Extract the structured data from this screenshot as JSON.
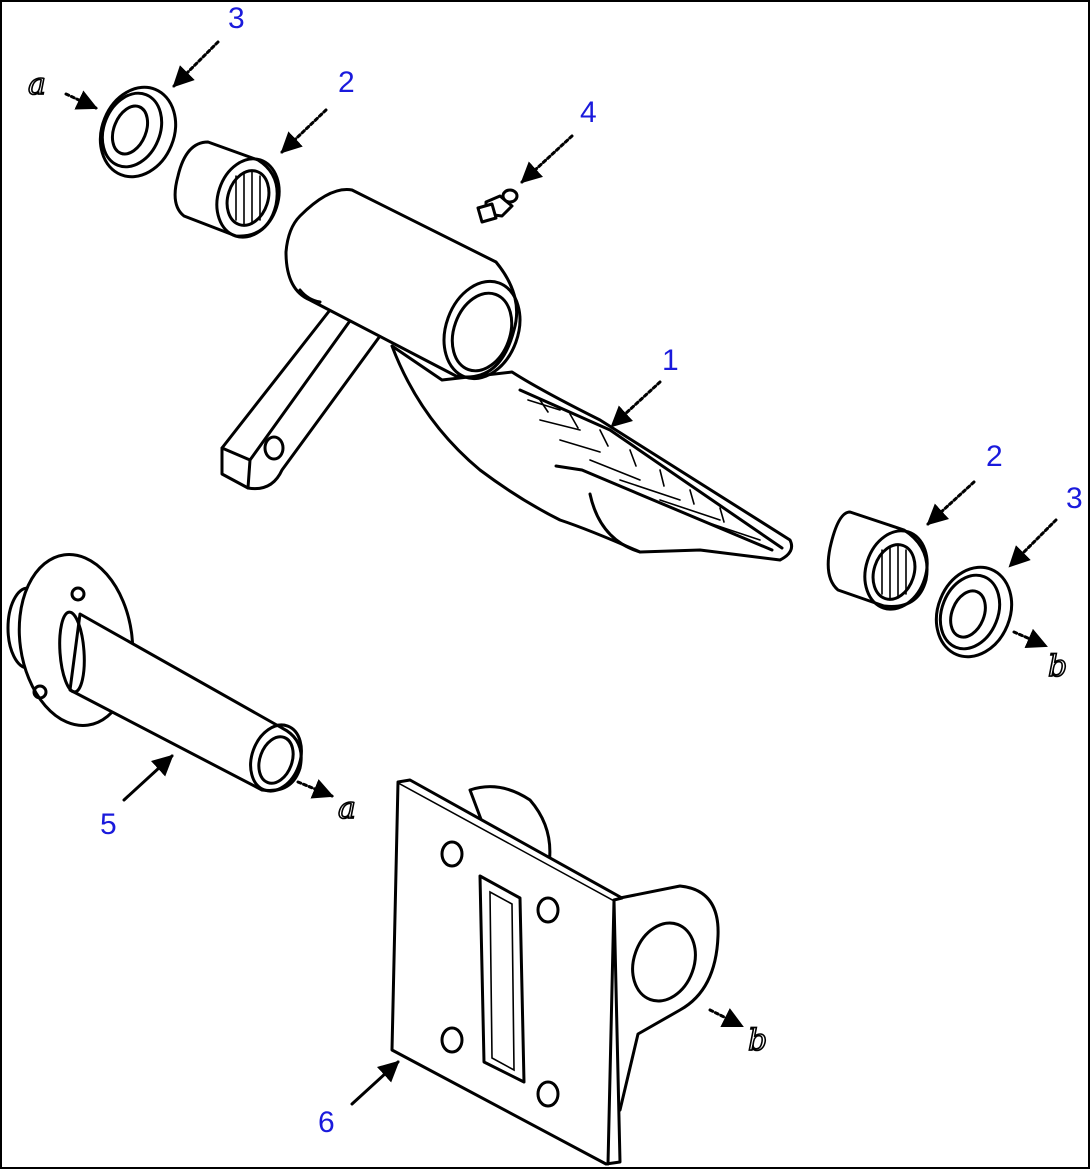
{
  "callouts": {
    "n1": "1",
    "n2_top": "2",
    "n2_right": "2",
    "n3_top": "3",
    "n3_right": "3",
    "n4": "4",
    "n5": "5",
    "n6": "6"
  },
  "refs": {
    "a_top": "a",
    "a_bottom": "a",
    "b_right": "b",
    "b_bottom": "b"
  },
  "colors": {
    "callout": "#1a1adc",
    "ink": "#000000",
    "paper": "#ffffff"
  }
}
